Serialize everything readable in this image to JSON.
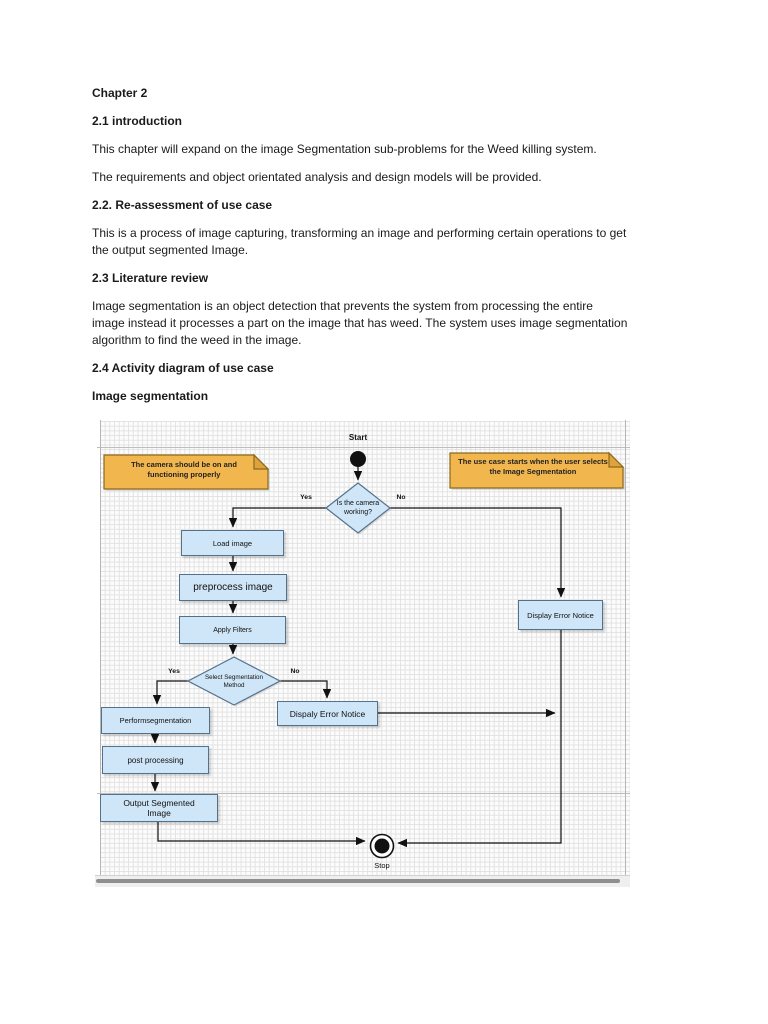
{
  "doc": {
    "title": "Chapter 2",
    "sections": [
      {
        "heading": "2.1 introduction",
        "paras": [
          {
            "lines": [
              "This chapter will expand on the image Segmentation sub-problems for the Weed killing system."
            ]
          },
          {
            "lines": [
              "The requirements and object orientated analysis and design models will be provided."
            ]
          }
        ]
      },
      {
        "heading": "2.2. Re-assessment of use case",
        "paras": [
          {
            "lines": [
              " This is a process of image capturing, transforming an image and performing certain operations to get",
              "the output segmented Image."
            ]
          }
        ]
      },
      {
        "heading": "2.3 Literature review",
        "paras": [
          {
            "lines": [
              "Image segmentation is an object detection that prevents the system from processing the entire",
              "image instead it processes a part on the image that has weed. The system uses image segmentation",
              "algorithm to find the weed in the image."
            ]
          }
        ]
      },
      {
        "heading": "2.4 Activity diagram of use case",
        "paras": []
      },
      {
        "heading": "Image segmentation",
        "paras": []
      }
    ]
  },
  "diagram": {
    "start_label": "Start",
    "stop_label": "Stop",
    "notes": {
      "left": "The camera should be on and functioning properly",
      "right": "The use case starts when the user selects the Image Segmentation"
    },
    "decisions": {
      "camera": {
        "label": "Is the camera working?",
        "yes": "Yes",
        "no": "No"
      },
      "segmentation": {
        "label": "Select Segmentation Method",
        "yes": "Yes",
        "no": "No"
      }
    },
    "activities": {
      "load": "Load image",
      "preprocess": "preprocess image",
      "filters": "Apply Filters",
      "perform": "Performsegmentation",
      "post": "post processing",
      "output": "Output Segmented Image",
      "error_mid": "Dispaly Error Notice",
      "error_right": "Display Error Notice"
    },
    "icons": {
      "start": "filled-circle-initial-node",
      "stop": "ringed-circle-final-node"
    },
    "colors": {
      "node_fill": "#CFE6F8",
      "node_border": "#54718C",
      "note_fill": "#F2B64E",
      "note_border": "#8A6A1C",
      "grid_line": "#E2E2E2"
    }
  }
}
